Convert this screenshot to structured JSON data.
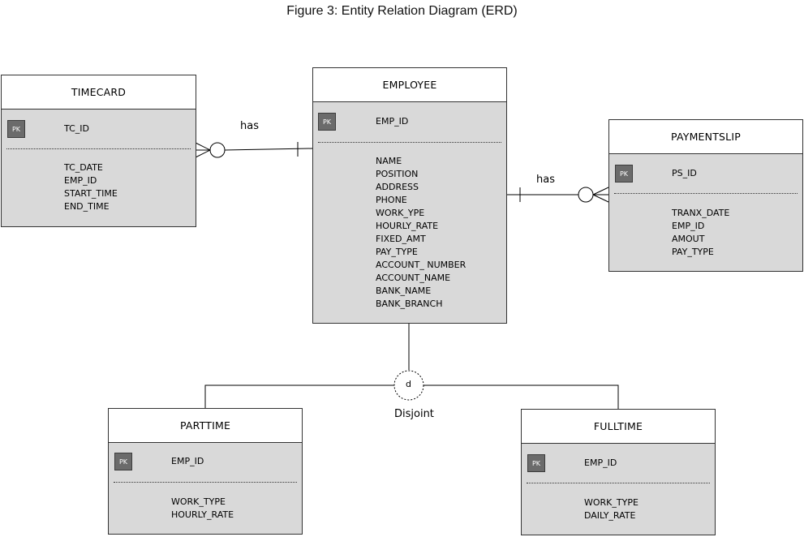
{
  "figure_title": "Figure 3: Entity Relation Diagram (ERD)",
  "pk_label": "PK",
  "entities": {
    "timecard": {
      "name": "TIMECARD",
      "key": "TC_ID",
      "attributes": [
        "TC_DATE",
        "EMP_ID",
        "START_TIME",
        "END_TIME"
      ]
    },
    "employee": {
      "name": "EMPLOYEE",
      "key": "EMP_ID",
      "attributes": [
        "NAME",
        "POSITION",
        "ADDRESS",
        "PHONE",
        "WORK_YPE",
        "HOURLY_RATE",
        "FIXED_AMT",
        "PAY_TYPE",
        "ACCOUNT_ NUMBER",
        "ACCOUNT_NAME",
        "BANK_NAME",
        "BANK_BRANCH"
      ]
    },
    "paymentslip": {
      "name": "PAYMENTSLIP",
      "key": "PS_ID",
      "attributes": [
        "TRANX_DATE",
        "EMP_ID",
        "AMOUT",
        "PAY_TYPE"
      ]
    },
    "parttime": {
      "name": "PARTTIME",
      "key": "EMP_ID",
      "attributes": [
        "WORK_TYPE",
        "HOURLY_RATE"
      ]
    },
    "fulltime": {
      "name": "FULLTIME",
      "key": "EMP_ID",
      "attributes": [
        "WORK_TYPE",
        "DAILY_RATE"
      ]
    }
  },
  "relationships": {
    "employee_timecard": "has",
    "employee_paymentslip": "has"
  },
  "specialization": {
    "symbol": "d",
    "label": "Disjoint"
  }
}
